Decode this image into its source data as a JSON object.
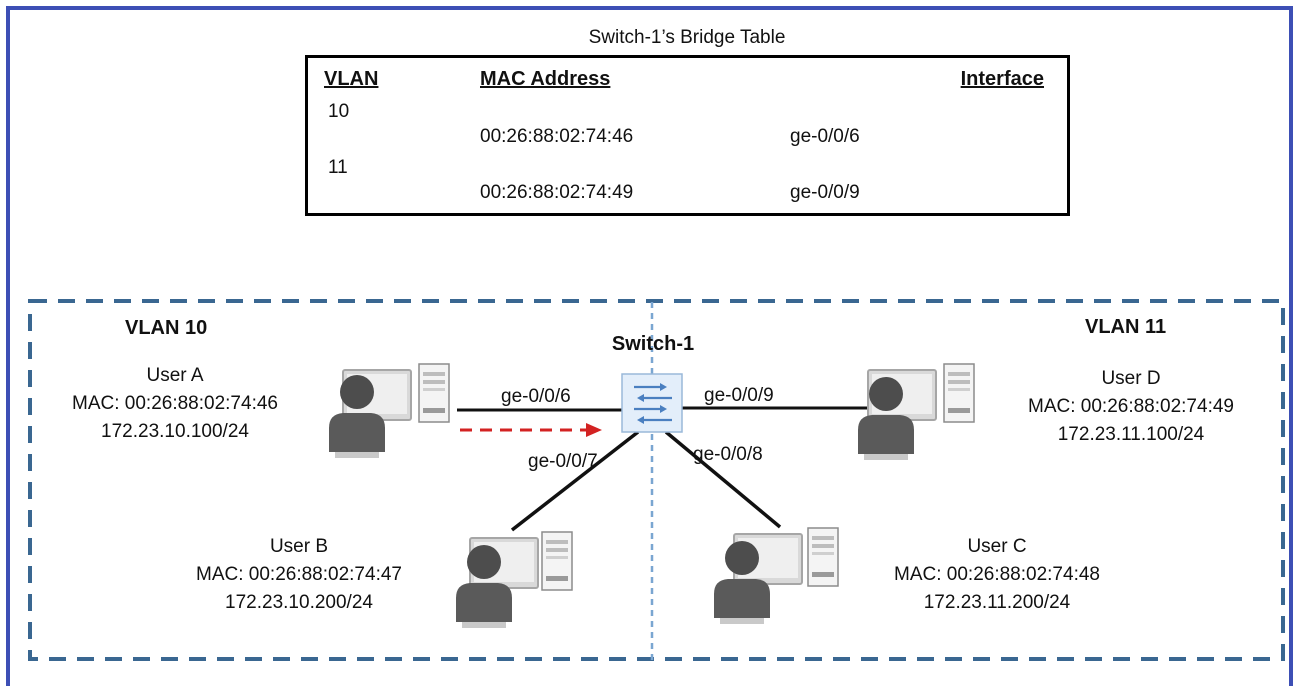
{
  "bridge_table": {
    "title": "Switch-1’s Bridge Table",
    "headers": {
      "vlan": "VLAN",
      "mac": "MAC Address",
      "interface": "Interface"
    },
    "groups": [
      {
        "vlan": "10",
        "mac": "00:26:88:02:74:46",
        "interface": "ge-0/0/6"
      },
      {
        "vlan": "11",
        "mac": "00:26:88:02:74:49",
        "interface": "ge-0/0/9"
      }
    ]
  },
  "vlans": {
    "left": "VLAN 10",
    "right": "VLAN 11"
  },
  "switch": {
    "name": "Switch-1"
  },
  "ports": {
    "p6": "ge-0/0/6",
    "p7": "ge-0/0/7",
    "p8": "ge-0/0/8",
    "p9": "ge-0/0/9"
  },
  "users": {
    "a": {
      "name": "User A",
      "mac": "MAC: 00:26:88:02:74:46",
      "ip": "172.23.10.100/24"
    },
    "b": {
      "name": "User B",
      "mac": "MAC: 00:26:88:02:74:47",
      "ip": "172.23.10.200/24"
    },
    "c": {
      "name": "User C",
      "mac": "MAC: 00:26:88:02:74:48",
      "ip": "172.23.11.200/24"
    },
    "d": {
      "name": "User D",
      "mac": "MAC: 00:26:88:02:74:49",
      "ip": "172.23.11.100/24"
    }
  },
  "colors": {
    "frame": "#3d4fb5",
    "vlan_boundary": "#3a6791",
    "vlan_divider": "#7aa6d1",
    "frame_arrow": "#d32222",
    "switch_body": "#e3eefa",
    "switch_arrows": "#4a7fc0",
    "workstation_screen": "#d9d9d9",
    "person": "#4d4d4d"
  }
}
